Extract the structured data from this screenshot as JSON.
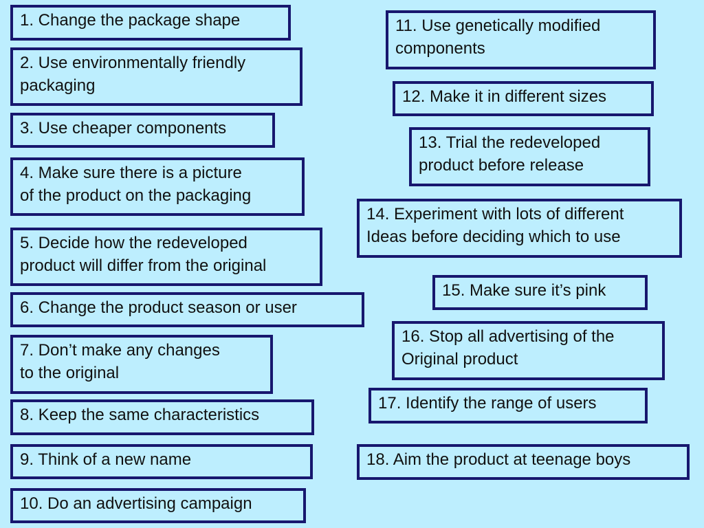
{
  "theme": {
    "background": "#bdeefe",
    "card_border": "#17176e",
    "text": "#111111"
  },
  "cards": [
    {
      "text": "1. Change the package shape"
    },
    {
      "text": "2. Use environmentally friendly\npackaging"
    },
    {
      "text": "3. Use cheaper components"
    },
    {
      "text": "4. Make sure there is a picture\nof the product on the packaging"
    },
    {
      "text": "5. Decide how the redeveloped\nproduct will differ from the original"
    },
    {
      "text": "6. Change the product season or user"
    },
    {
      "text": "7. Don’t make any changes\nto the original"
    },
    {
      "text": "8. Keep the same characteristics"
    },
    {
      "text": "9. Think of a new name"
    },
    {
      "text": "10. Do an advertising campaign"
    },
    {
      "text": "11. Use genetically modified\ncomponents"
    },
    {
      "text": "12. Make it in different sizes"
    },
    {
      "text": "13. Trial the redeveloped\nproduct before release"
    },
    {
      "text": "14. Experiment with lots of different\nIdeas before deciding which to use"
    },
    {
      "text": "15. Make sure it’s pink"
    },
    {
      "text": "16. Stop all advertising of the\nOriginal product"
    },
    {
      "text": "17. Identify the range of users"
    },
    {
      "text": "18. Aim the product at teenage boys"
    }
  ]
}
